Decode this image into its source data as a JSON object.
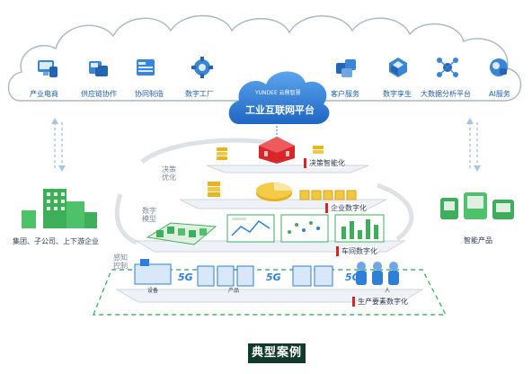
{
  "cloud": {
    "logo": "YUNDEE 云鼎智慧",
    "title": "工业互联网平台"
  },
  "services_left": [
    "产业电商",
    "供应链协作",
    "协同制造",
    "数字工厂"
  ],
  "services_right": [
    "客户服务",
    "数字孪生",
    "大数据分析平台",
    "AI服务"
  ],
  "layers": {
    "decision": "决策智能化",
    "enterprise": "企业数字化",
    "workshop": "车间数字化",
    "production": "生产要素数字化"
  },
  "side_labels": {
    "decision": "决策优化",
    "model": "数字模型",
    "sensing": "感知控制"
  },
  "left_group": "集团、子公司、上下游企业",
  "right_group": "智能产品",
  "fiveg": [
    "5G",
    "5G",
    "5G"
  ],
  "equipment_labels": [
    "设备",
    "产品",
    "人"
  ],
  "caption": "典型案例",
  "colors": {
    "primary_blue": "#2f7fd6",
    "green": "#3fae5a",
    "red": "#d8262b",
    "caption_bg": "#123a2c"
  }
}
